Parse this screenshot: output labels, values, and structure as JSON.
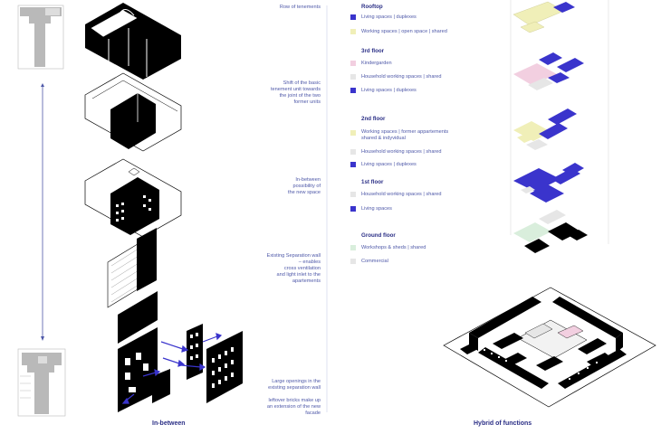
{
  "colors": {
    "accent": "#3a34cc",
    "text": "#4e58a8",
    "heading": "#2b2f86",
    "pale_yellow": "#f0efb8",
    "pale_green": "#d9eedc",
    "pale_pink": "#f2cfe0",
    "pale_gray": "#e6e6e6",
    "black": "#000000"
  },
  "annotations": {
    "row": "Row of  tenements",
    "shift": "Shift of the basic\ntenement unit towards\nthe joint of the two\nformer units",
    "inbetween": "In-between\npossibility of\nthe new space",
    "wall": "Existing Separation wall\n– enables\ncross ventilation\nand light inlet to the\napartements",
    "openings": "Large openings in the\nexisting separation wall",
    "bricks": "leftover bricks make up\nan extension of the new\nfacade"
  },
  "legend": {
    "rooftop": {
      "title": "Rooftop",
      "items": [
        "Living spaces | duplexes",
        "Working spaces | open space | shared"
      ]
    },
    "floor3": {
      "title": "3rd floor",
      "items": [
        "Kindergarden",
        "Household working spaces | shared",
        "Living spaces | duplexes"
      ]
    },
    "floor2": {
      "title": "2nd floor",
      "items": [
        "Working spaces | former appartements\nshared & indyvidual",
        "Household working spaces | shared",
        "Living spaces | duplexes"
      ]
    },
    "floor1": {
      "title": "1st floor",
      "items": [
        "Household working spaces | shared",
        "Living spaces"
      ]
    },
    "ground": {
      "title": "Ground floor",
      "items": [
        "Workshops & sheds | shared",
        "Commercial"
      ]
    }
  },
  "captions": {
    "left": "In-between",
    "right": "Hybrid of functions"
  }
}
